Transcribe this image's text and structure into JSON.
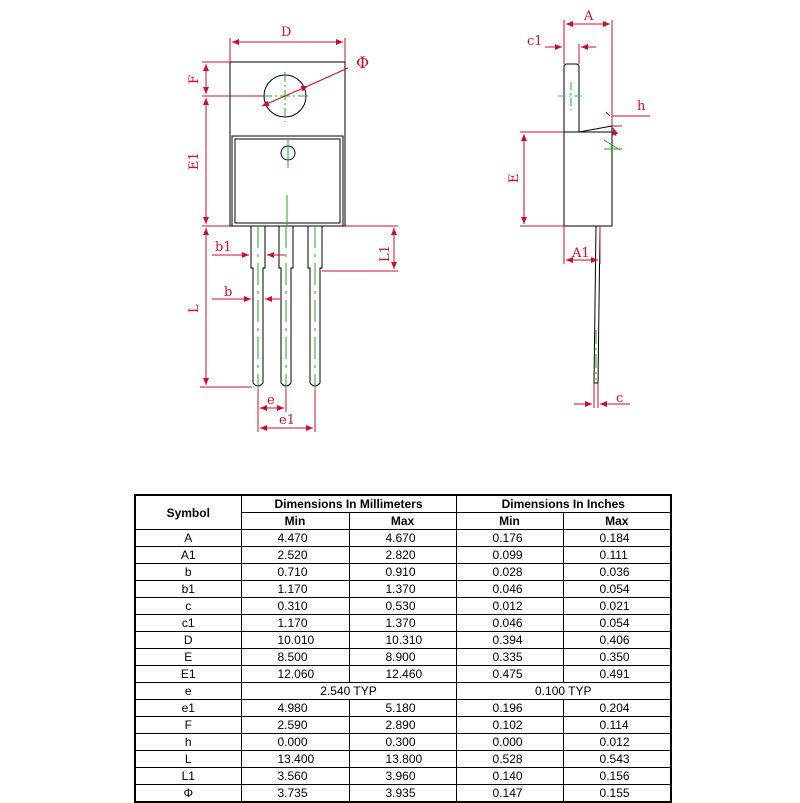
{
  "drawing": {
    "labels": {
      "D": "D",
      "phi": "Φ",
      "F": "F",
      "E1": "E1",
      "b1": "b1",
      "b": "b",
      "L": "L",
      "L1": "L1",
      "e": "e",
      "e1": "e1",
      "A": "A",
      "c1": "c1",
      "h": "h",
      "E": "E",
      "A1": "A1",
      "c": "c"
    }
  },
  "table": {
    "headers": {
      "symbol": "Symbol",
      "mm": "Dimensions In Millimeters",
      "inches": "Dimensions In Inches",
      "min": "Min",
      "max": "Max"
    },
    "rows": [
      {
        "symbol": "A",
        "mm_min": "4.470",
        "mm_max": "4.670",
        "in_min": "0.176",
        "in_max": "0.184"
      },
      {
        "symbol": "A1",
        "mm_min": "2.520",
        "mm_max": "2.820",
        "in_min": "0.099",
        "in_max": "0.111"
      },
      {
        "symbol": "b",
        "mm_min": "0.710",
        "mm_max": "0.910",
        "in_min": "0.028",
        "in_max": "0.036"
      },
      {
        "symbol": "b1",
        "mm_min": "1.170",
        "mm_max": "1.370",
        "in_min": "0.046",
        "in_max": "0.054"
      },
      {
        "symbol": "c",
        "mm_min": "0.310",
        "mm_max": "0.530",
        "in_min": "0.012",
        "in_max": "0.021"
      },
      {
        "symbol": "c1",
        "mm_min": "1.170",
        "mm_max": "1.370",
        "in_min": "0.046",
        "in_max": "0.054"
      },
      {
        "symbol": "D",
        "mm_min": "10.010",
        "mm_max": "10.310",
        "in_min": "0.394",
        "in_max": "0.406"
      },
      {
        "symbol": "E",
        "mm_min": "8.500",
        "mm_max": "8.900",
        "in_min": "0.335",
        "in_max": "0.350"
      },
      {
        "symbol": "E1",
        "mm_min": "12.060",
        "mm_max": "12.460",
        "in_min": "0.475",
        "in_max": "0.491"
      },
      {
        "symbol": "e",
        "typ_mm": "2.540 TYP",
        "typ_in": "0.100 TYP"
      },
      {
        "symbol": "e1",
        "mm_min": "4.980",
        "mm_max": "5.180",
        "in_min": "0.196",
        "in_max": "0.204"
      },
      {
        "symbol": "F",
        "mm_min": "2.590",
        "mm_max": "2.890",
        "in_min": "0.102",
        "in_max": "0.114"
      },
      {
        "symbol": "h",
        "mm_min": "0.000",
        "mm_max": "0.300",
        "in_min": "0.000",
        "in_max": "0.012"
      },
      {
        "symbol": "L",
        "mm_min": "13.400",
        "mm_max": "13.800",
        "in_min": "0.528",
        "in_max": "0.543"
      },
      {
        "symbol": "L1",
        "mm_min": "3.560",
        "mm_max": "3.960",
        "in_min": "0.140",
        "in_max": "0.156"
      },
      {
        "symbol": "Φ",
        "mm_min": "3.735",
        "mm_max": "3.935",
        "in_min": "0.147",
        "in_max": "0.155"
      }
    ]
  },
  "colors": {
    "outline": "#000000",
    "dimension": "#c8102e",
    "centerline": "#22aa22"
  }
}
